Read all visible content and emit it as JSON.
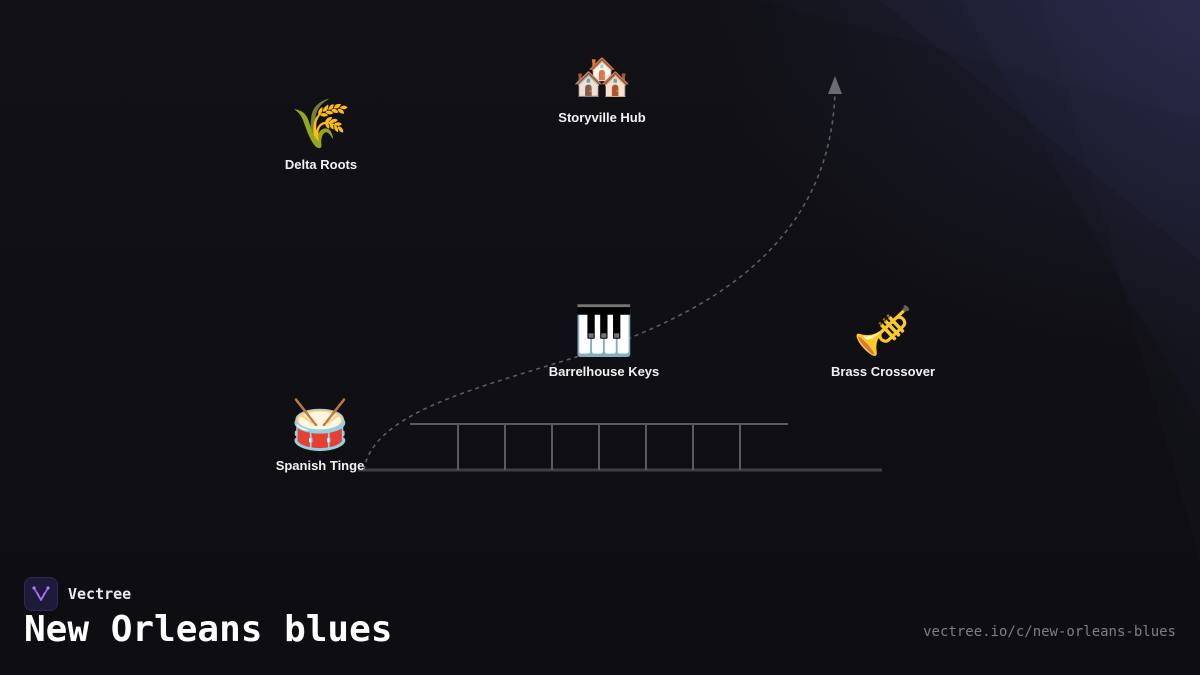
{
  "diagram": {
    "nodes": [
      {
        "id": "delta-roots",
        "icon": "wheat-sheaf-icon",
        "glyph": "🌾",
        "label": "Delta Roots"
      },
      {
        "id": "storyville-hub",
        "icon": "houses-icon",
        "glyph": "🏘️",
        "label": "Storyville Hub"
      },
      {
        "id": "barrelhouse-keys",
        "icon": "piano-keys-icon",
        "glyph": "🎹",
        "label": "Barrelhouse Keys"
      },
      {
        "id": "brass-crossover",
        "icon": "trumpet-icon",
        "glyph": "🎺",
        "label": "Brass Crossover"
      },
      {
        "id": "spanish-tinge",
        "icon": "drum-icon",
        "glyph": "🥁",
        "label": "Spanish Tinge"
      }
    ],
    "connectors": {
      "line_color": "#5a5a62",
      "arrow_color": "#6c6c74",
      "style": "dashed curve with arrowhead, bracket lines"
    }
  },
  "footer": {
    "brand_name": "Vectree",
    "brand_logo_icon": "vectree-logo-icon",
    "brand_accent": "#9b5de5",
    "title": "New Orleans blues",
    "url": "vectree.io/c/new-orleans-blues"
  },
  "colors": {
    "background": "#0f0f13",
    "glow": "#28294e",
    "text_primary": "#f2f2f5",
    "text_muted": "#7d7d86"
  }
}
